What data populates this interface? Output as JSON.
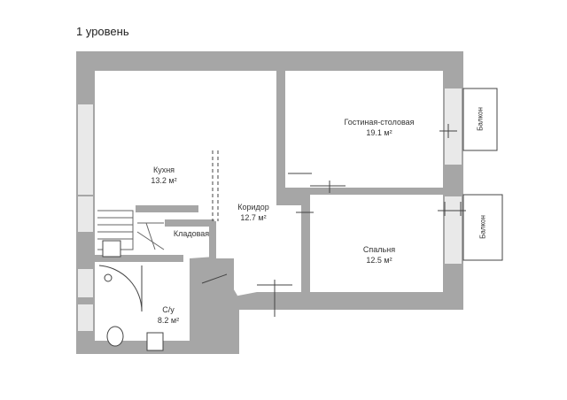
{
  "title": "1 уровень",
  "rooms": {
    "kitchen": {
      "name": "Кухня",
      "area": "13.2 м²"
    },
    "corridor": {
      "name": "Коридор",
      "area": "12.7 м²"
    },
    "living": {
      "name": "Гостиная-столовая",
      "area": "19.1 м²"
    },
    "bedroom": {
      "name": "Спальня",
      "area": "12.5 м²"
    },
    "bathroom": {
      "name": "С/у",
      "area": "8.2 м²"
    },
    "storage": {
      "name": "Кладовая"
    }
  },
  "balconies": {
    "upper": "Балкон",
    "lower": "Балкон"
  },
  "colors": {
    "wall": "#a6a6a6",
    "window": "#e9e9e9",
    "line": "#555555"
  }
}
